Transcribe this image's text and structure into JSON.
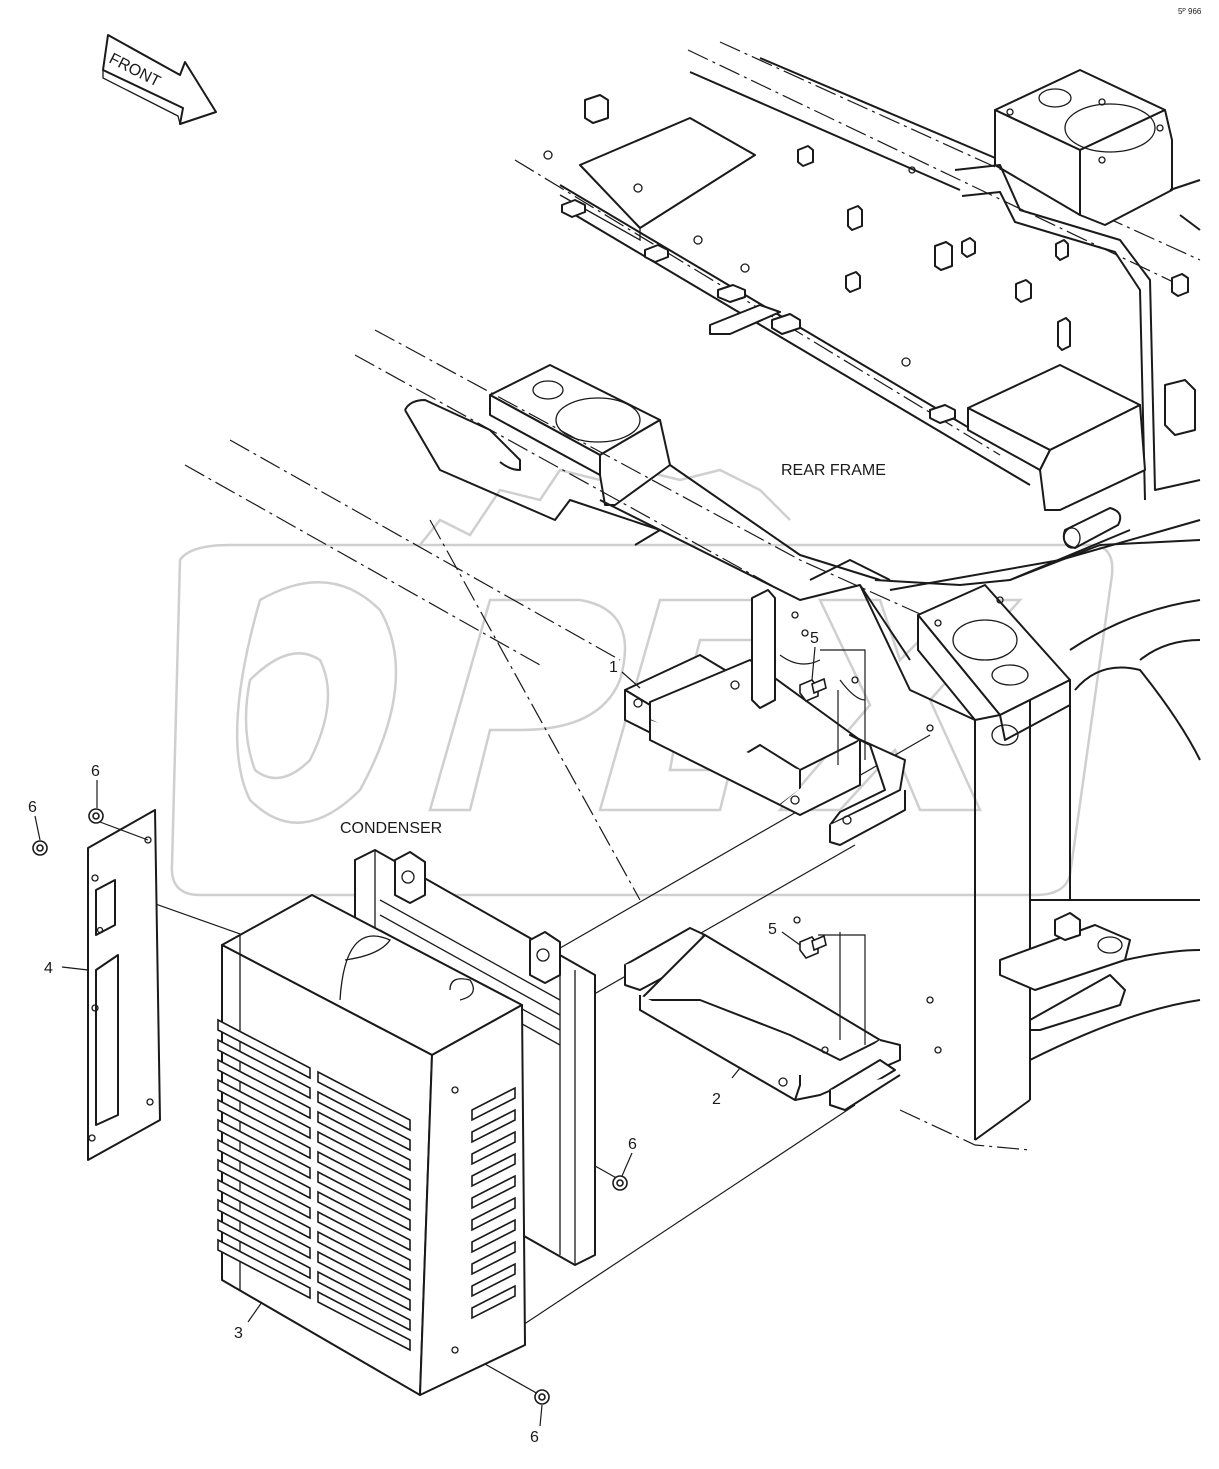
{
  "front_arrow": {
    "text": "FRONT"
  },
  "labels": {
    "rear_frame": "REAR FRAME",
    "condenser": "CONDENSER"
  },
  "watermark": {
    "text": "OPEX"
  },
  "page_code": "5ᴾ 966",
  "callouts": [
    {
      "id": "c1",
      "text": "1"
    },
    {
      "id": "c2",
      "text": "2"
    },
    {
      "id": "c3",
      "text": "3"
    },
    {
      "id": "c4",
      "text": "4"
    },
    {
      "id": "c5a",
      "text": "5"
    },
    {
      "id": "c5b",
      "text": "5"
    },
    {
      "id": "c6a",
      "text": "6"
    },
    {
      "id": "c6b",
      "text": "6"
    },
    {
      "id": "c6c",
      "text": "6"
    },
    {
      "id": "c6d",
      "text": "6"
    }
  ]
}
